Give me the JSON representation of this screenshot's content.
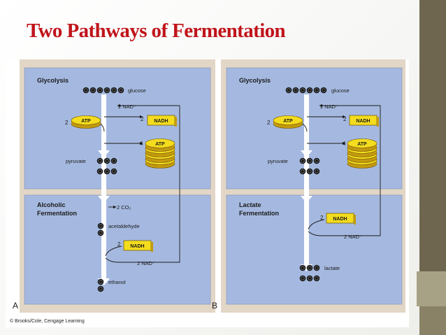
{
  "slide": {
    "title": "Two Pathways of Fermentation"
  },
  "colors": {
    "title_red": "#c0141a",
    "panel_tan": "#e2d6c6",
    "box_blue": "#a5b9e0",
    "molecule_dark": "#1a1a1a",
    "atp_yellow": "#f4dc1e",
    "nadh_yellow": "#f4dc1e",
    "side_olive": "#6e664f"
  },
  "figure": {
    "credit": "© Brooks/Cole, Cengage Learning",
    "panel_a": {
      "letter": "A",
      "glycolysis": {
        "label": "Glycolysis",
        "glucose": "glucose",
        "nad_in": "2 NAD⁺",
        "atp_count": "2",
        "atp": "ATP",
        "nadh_count": "2",
        "nadh": "NADH",
        "atp_out_count": "4",
        "atp_out": "ATP",
        "pyruvate": "pyruvate"
      },
      "fermentation": {
        "label_line1": "Alcoholic",
        "label_line2": "Fermentation",
        "co2": "2 CO₂",
        "intermediate": "acetaldehyde",
        "nadh_count": "2",
        "nadh": "NADH",
        "nad_out": "2 NAD⁺",
        "product": "ethanol"
      }
    },
    "panel_b": {
      "letter": "B",
      "glycolysis": {
        "label": "Glycolysis",
        "glucose": "glucose",
        "nad_in": "2 NAD⁺",
        "atp_count": "2",
        "atp": "ATP",
        "nadh_count": "2",
        "nadh": "NADH",
        "atp_out_count": "4",
        "atp_out": "ATP",
        "pyruvate": "pyruvate"
      },
      "fermentation": {
        "label_line1": "Lactate",
        "label_line2": "Fermentation",
        "nadh_count": "2",
        "nadh": "NADH",
        "nad_out": "2 NAD⁺",
        "product": "lactate"
      }
    }
  }
}
